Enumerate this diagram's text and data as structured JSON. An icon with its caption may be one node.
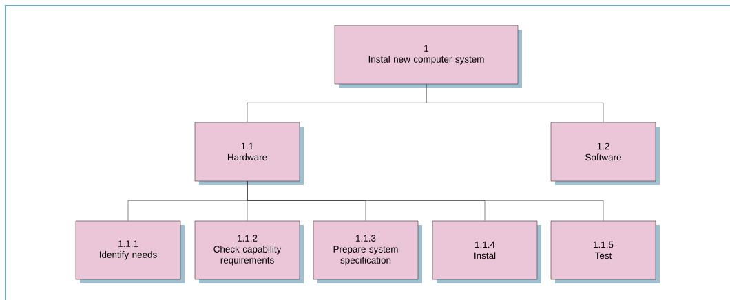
{
  "diagram": {
    "nodes": [
      {
        "text": [
          "1",
          "Instal new computer system"
        ]
      },
      {
        "text": [
          "1.1",
          "Hardware"
        ]
      },
      {
        "text": [
          "1.2",
          "Software"
        ]
      },
      {
        "text": [
          "1.1.1",
          "Identify needs"
        ]
      },
      {
        "text": [
          "1.1.2",
          "Check capability requirements"
        ]
      },
      {
        "text": [
          "1.1.3",
          "Prepare system specification"
        ]
      },
      {
        "text": [
          "1.1.4",
          "Instal"
        ]
      },
      {
        "text": [
          "1.1.5",
          "Test"
        ]
      }
    ],
    "edges": [
      {
        "from": 0,
        "to": 1,
        "arrow": "none"
      },
      {
        "from": 0,
        "to": 2,
        "arrow": "none"
      },
      {
        "from": 1,
        "to": 3,
        "arrow": "none"
      },
      {
        "from": 1,
        "to": 4,
        "arrow": "none"
      },
      {
        "from": 1,
        "to": 5,
        "arrow": "none"
      },
      {
        "from": 1,
        "to": 6,
        "arrow": "none"
      },
      {
        "from": 1,
        "to": 7,
        "arrow": "none"
      }
    ]
  }
}
